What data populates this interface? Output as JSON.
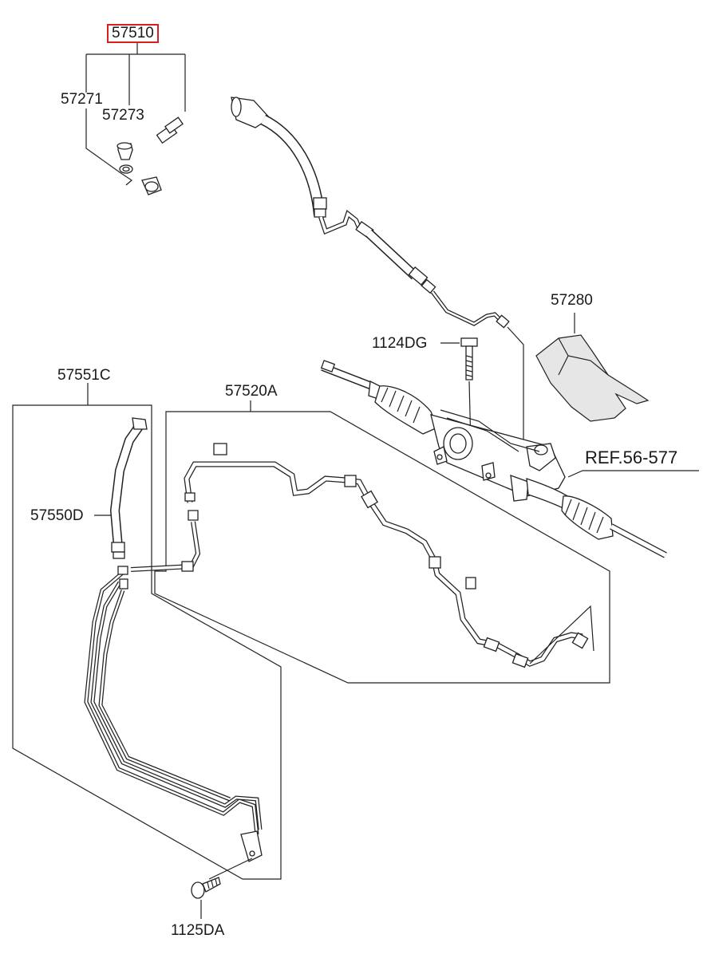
{
  "labels": {
    "p57510": "57510",
    "p57271": "57271",
    "p57273": "57273",
    "p57280": "57280",
    "p1124DG": "1124DG",
    "p57551C": "57551C",
    "p57520A": "57520A",
    "ref": "REF.56-577",
    "p57550D": "57550D",
    "p1125DA": "1125DA"
  },
  "highlight_color": "#d92020",
  "line_color": "#222222"
}
